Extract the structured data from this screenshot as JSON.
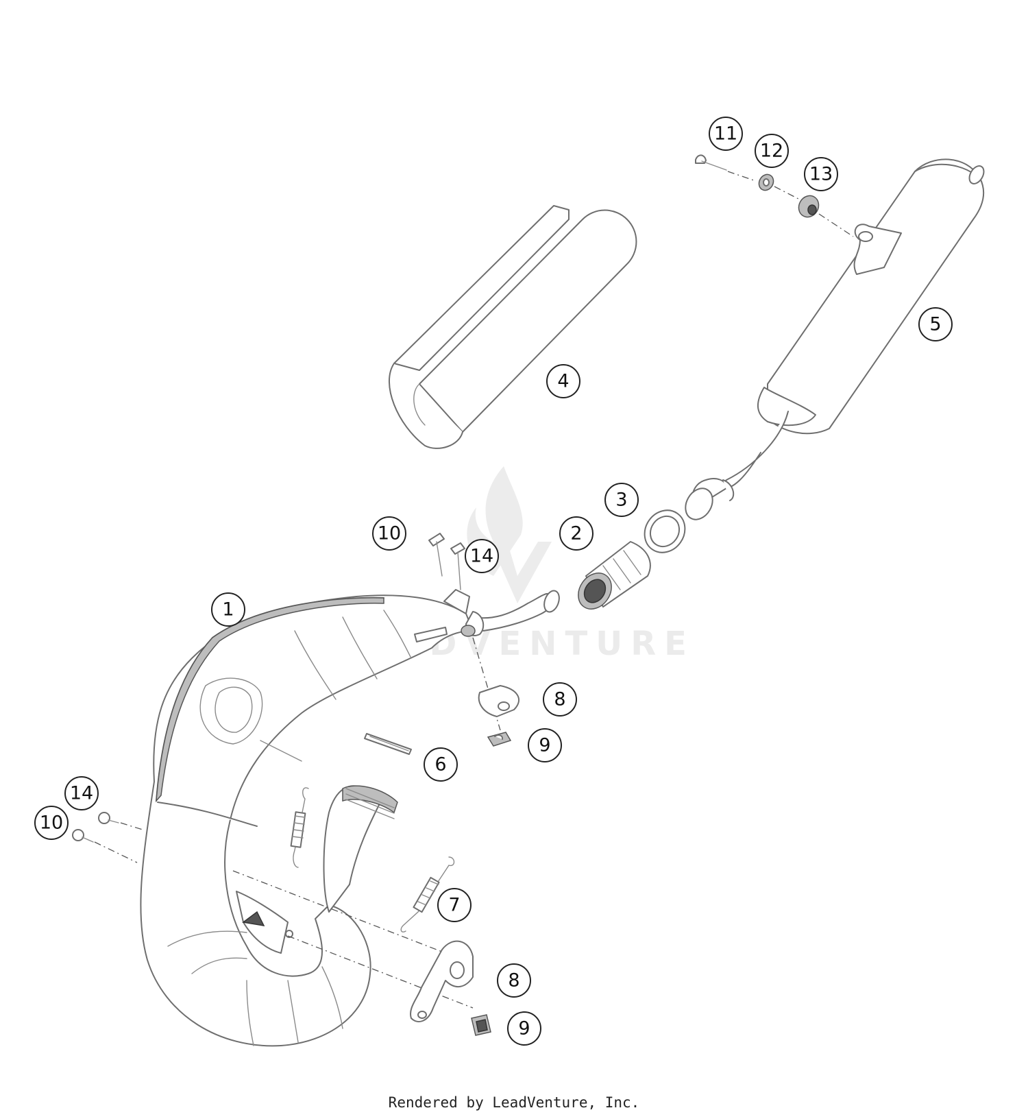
{
  "diagram": {
    "callouts": [
      {
        "id": "c1",
        "label": "1"
      },
      {
        "id": "c2",
        "label": "2"
      },
      {
        "id": "c3",
        "label": "3"
      },
      {
        "id": "c4",
        "label": "4"
      },
      {
        "id": "c5",
        "label": "5"
      },
      {
        "id": "c6",
        "label": "6"
      },
      {
        "id": "c7",
        "label": "7"
      },
      {
        "id": "c8a",
        "label": "8"
      },
      {
        "id": "c8b",
        "label": "8"
      },
      {
        "id": "c9a",
        "label": "9"
      },
      {
        "id": "c9b",
        "label": "9"
      },
      {
        "id": "c10a",
        "label": "10"
      },
      {
        "id": "c10b",
        "label": "10"
      },
      {
        "id": "c11",
        "label": "11"
      },
      {
        "id": "c12",
        "label": "12"
      },
      {
        "id": "c13",
        "label": "13"
      },
      {
        "id": "c14a",
        "label": "14"
      },
      {
        "id": "c14b",
        "label": "14"
      }
    ],
    "watermark": "LEADVENTURE",
    "footer": "Rendered by LeadVenture, Inc."
  }
}
